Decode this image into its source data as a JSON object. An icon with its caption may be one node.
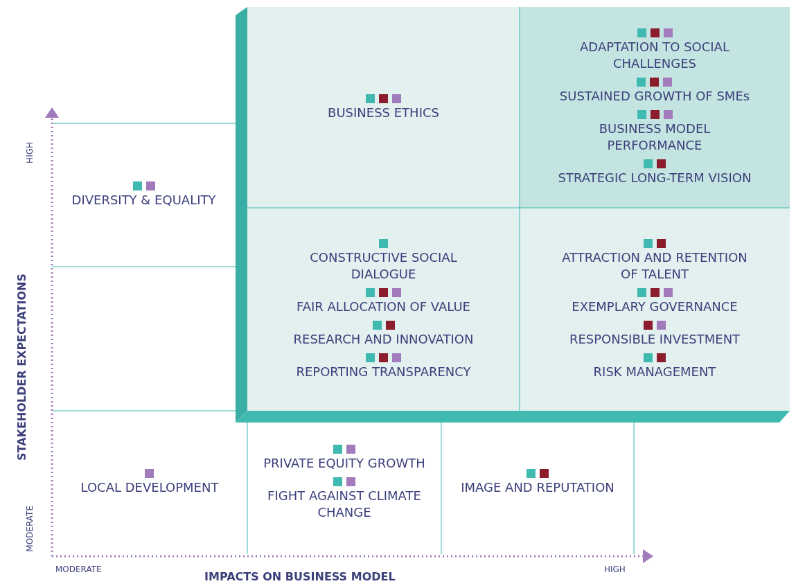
{
  "diagram": {
    "nodes": [
      {
        "text": [
          "BUSINESS ETHICS"
        ]
      },
      {
        "text": [
          "ADAPTATION TO SOCIAL CHALLENGES",
          "SUSTAINED GROWTH OF SMEs",
          "BUSINESS MODEL PERFORMANCE",
          "STRATEGIC LONG-TERM VISION"
        ]
      },
      {
        "text": [
          "DIVERSITY & EQUALITY"
        ]
      },
      {
        "text": [
          "CONSTRUCTIVE SOCIAL DIALOGUE",
          "FAIR ALLOCATION OF VALUE",
          "RESEARCH AND INNOVATION",
          "REPORTING TRANSPARENCY"
        ]
      },
      {
        "text": [
          "ATTRACTION AND RETENTION OF TALENT",
          "EXEMPLARY GOVERNANCE",
          "RESPONSIBLE INVESTMENT",
          "RISK MANAGEMENT"
        ]
      },
      {
        "text": [
          "LOCAL DEVELOPMENT"
        ]
      },
      {
        "text": [
          "PRIVATE EQUITY GROWTH",
          "FIGHT AGAINST CLIMATE CHANGE"
        ]
      },
      {
        "text": [
          "IMAGE AND REPUTATION"
        ]
      }
    ],
    "labels": [
      "HIGH",
      "STAKEHOLDER EXPECTATIONS",
      "MODERATE",
      "MODERATE",
      "IMPACTS ON BUSINESS MODEL",
      "HIGH"
    ]
  }
}
